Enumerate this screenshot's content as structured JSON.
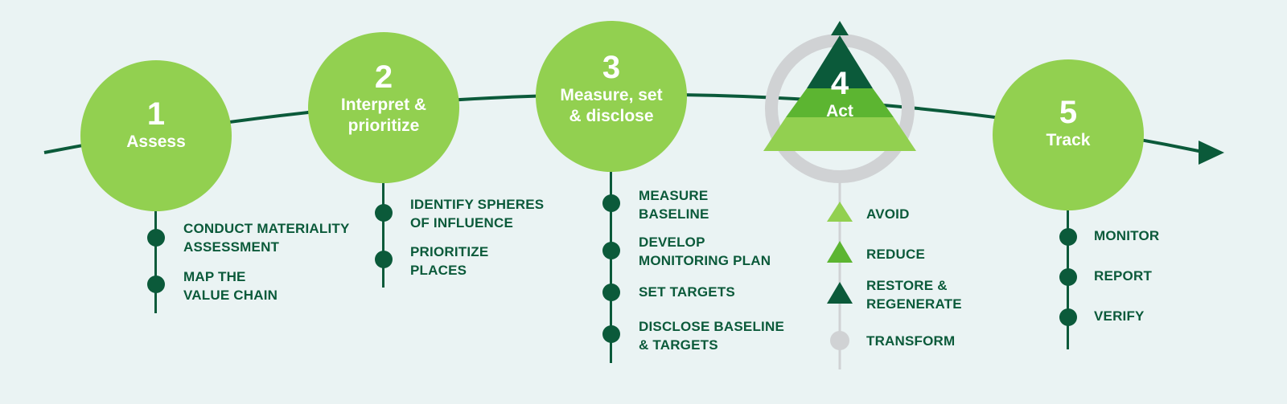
{
  "colors": {
    "background": "#eaf3f3",
    "stage_circle": "#92d050",
    "dark_green": "#0b5a3a",
    "mid_green": "#5cb531",
    "light_green": "#92d050",
    "gray": "#d0d2d4"
  },
  "stages": [
    {
      "number": "1",
      "name_lines": [
        "Assess"
      ],
      "steps": [
        {
          "lines": [
            "CONDUCT MATERIALITY",
            "ASSESSMENT"
          ]
        },
        {
          "lines": [
            "MAP THE",
            "VALUE CHAIN"
          ]
        }
      ]
    },
    {
      "number": "2",
      "name_lines": [
        "Interpret &",
        "prioritize"
      ],
      "steps": [
        {
          "lines": [
            "IDENTIFY SPHERES",
            "OF INFLUENCE"
          ]
        },
        {
          "lines": [
            "PRIORITIZE",
            "PLACES"
          ]
        }
      ]
    },
    {
      "number": "3",
      "name_lines": [
        "Measure, set",
        "& disclose"
      ],
      "steps": [
        {
          "lines": [
            "MEASURE",
            "BASELINE"
          ]
        },
        {
          "lines": [
            "DEVELOP",
            "MONITORING PLAN"
          ]
        },
        {
          "lines": [
            "SET TARGETS"
          ]
        },
        {
          "lines": [
            "DISCLOSE BASELINE",
            "& TARGETS"
          ]
        }
      ]
    },
    {
      "number": "4",
      "name_lines": [
        "Act"
      ],
      "steps": [
        {
          "lines": [
            "AVOID"
          ],
          "icon": "light-green-triangle-icon"
        },
        {
          "lines": [
            "REDUCE"
          ],
          "icon": "mid-green-triangle-icon"
        },
        {
          "lines": [
            "RESTORE &",
            "REGENERATE"
          ],
          "icon": "dark-green-triangle-icon"
        },
        {
          "lines": [
            "TRANSFORM"
          ],
          "icon": "gray-circle-icon"
        }
      ]
    },
    {
      "number": "5",
      "name_lines": [
        "Track"
      ],
      "steps": [
        {
          "lines": [
            "MONITOR"
          ]
        },
        {
          "lines": [
            "REPORT"
          ]
        },
        {
          "lines": [
            "VERIFY"
          ]
        }
      ]
    }
  ]
}
